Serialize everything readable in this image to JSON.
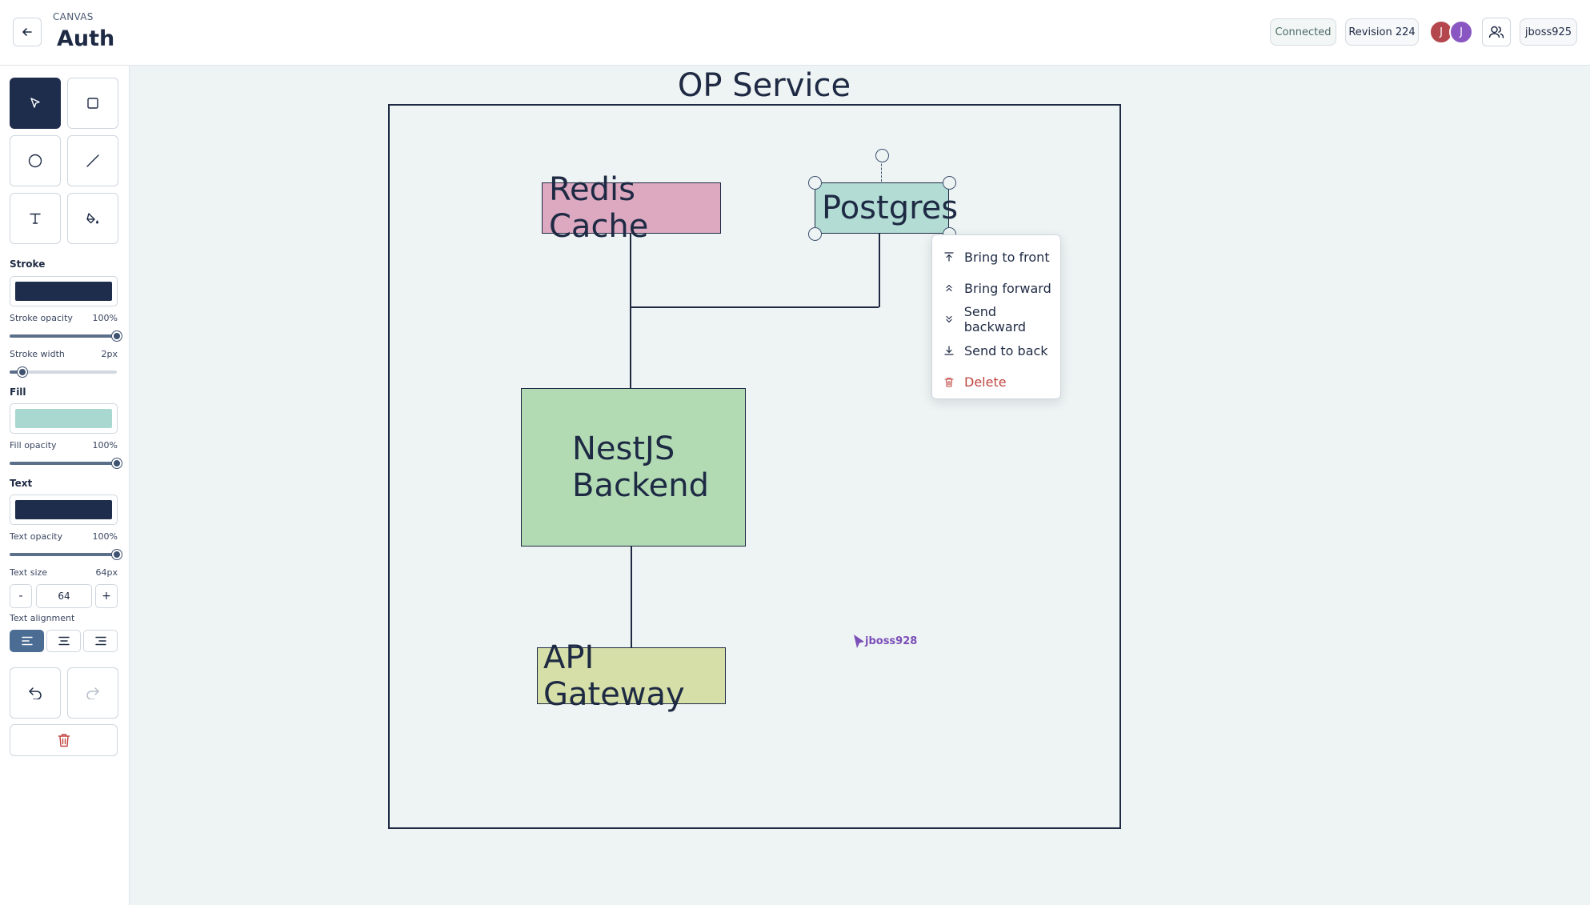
{
  "header": {
    "crumb": "CANVAS",
    "title": "Auth",
    "status": "Connected",
    "revision": "Revision 224",
    "avatars": [
      "J",
      "J"
    ],
    "user": "jboss925"
  },
  "sidebar": {
    "stroke": {
      "label": "Stroke",
      "color": "#1f2d4d",
      "opacity_label": "Stroke opacity",
      "opacity_value": "100%",
      "opacity_fraction": 1.0,
      "width_label": "Stroke width",
      "width_value": "2px",
      "width_fraction": 0.12
    },
    "fill": {
      "label": "Fill",
      "color": "#a8d8cf",
      "opacity_label": "Fill opacity",
      "opacity_value": "100%",
      "opacity_fraction": 1.0
    },
    "text": {
      "label": "Text",
      "color": "#1f2d4d",
      "opacity_label": "Text opacity",
      "opacity_value": "100%",
      "opacity_fraction": 1.0,
      "size_label": "Text size",
      "size_value": "64px",
      "size_input": "64",
      "minus": "-",
      "plus": "+",
      "alignment_label": "Text alignment"
    },
    "tools": [
      "select-tool",
      "rectangle-tool",
      "ellipse-tool",
      "line-tool",
      "text-tool",
      "fill-tool"
    ]
  },
  "canvas": {
    "frame_title": "OP Service",
    "nodes": {
      "redis": {
        "label": "Redis Cache",
        "color": "#dca9c0"
      },
      "postgres": {
        "label": "Postgres",
        "color": "#b2dcd4"
      },
      "nestjs_line1": "NestJS",
      "nestjs_line2": "Backend",
      "nestjs_color": "#b2dbb3",
      "gateway": {
        "label": "API Gateway",
        "color": "#d6dfa7"
      }
    },
    "remote_cursor": "jboss928"
  },
  "context_menu": {
    "items": [
      "Bring to front",
      "Bring forward",
      "Send backward",
      "Send to back",
      "Delete"
    ]
  }
}
